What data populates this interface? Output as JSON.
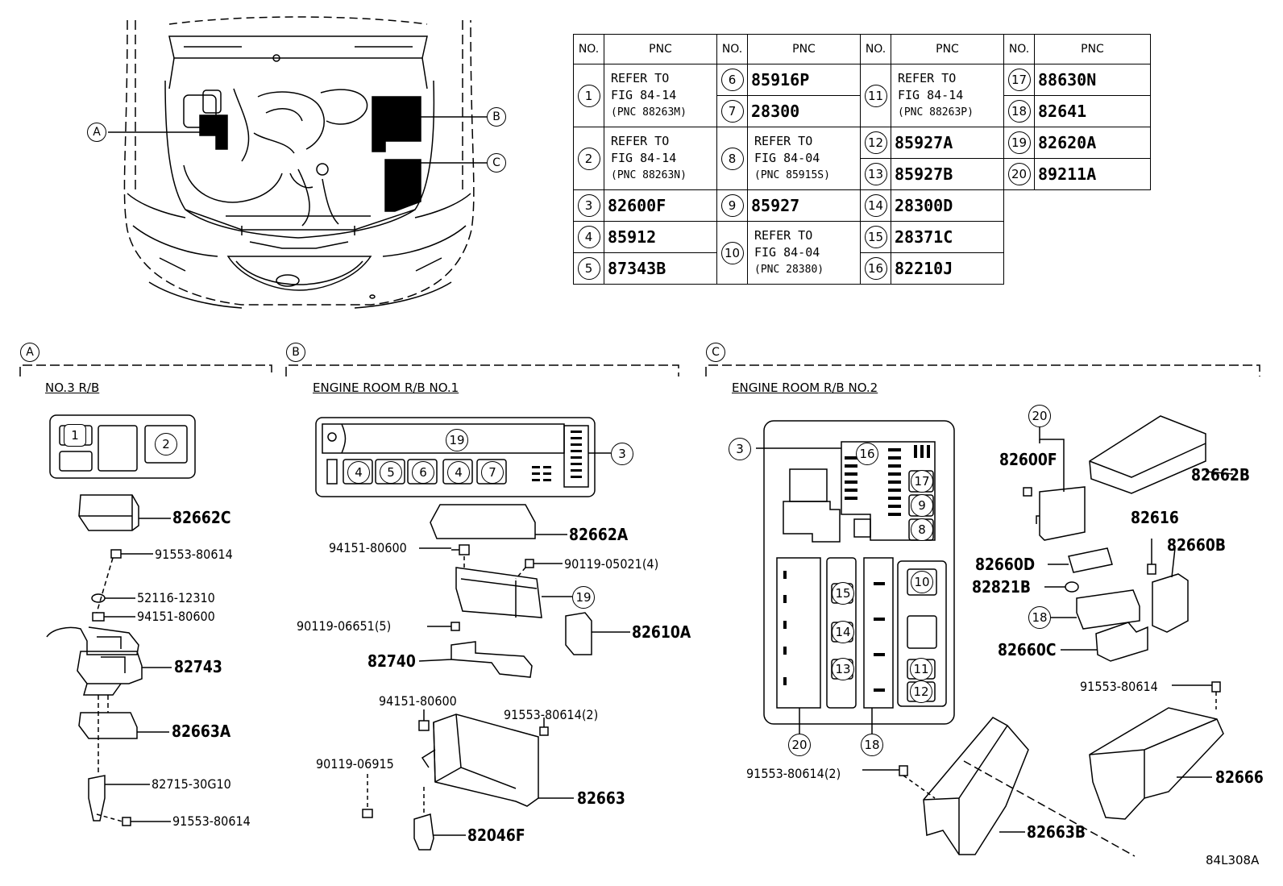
{
  "table": {
    "headers": {
      "no": "NO.",
      "pnc": "PNC"
    },
    "items": {
      "1": {
        "no": "1",
        "line1": "REFER TO",
        "line2": "FIG 84-14",
        "line3": "(PNC 88263M)"
      },
      "2": {
        "no": "2",
        "line1": "REFER TO",
        "line2": "FIG 84-14",
        "line3": "(PNC 88263N)"
      },
      "3": {
        "no": "3",
        "pnc": "82600F"
      },
      "4": {
        "no": "4",
        "pnc": "85912"
      },
      "5": {
        "no": "5",
        "pnc": "87343B"
      },
      "6": {
        "no": "6",
        "pnc": "85916P"
      },
      "7": {
        "no": "7",
        "pnc": "28300"
      },
      "8": {
        "no": "8",
        "line1": "REFER TO",
        "line2": "FIG 84-04",
        "line3": "(PNC 85915S)"
      },
      "9": {
        "no": "9",
        "pnc": "85927"
      },
      "10": {
        "no": "10",
        "line1": "REFER TO",
        "line2": "FIG 84-04",
        "line3": "(PNC 28380)"
      },
      "11": {
        "no": "11",
        "line1": "REFER TO",
        "line2": "FIG 84-14",
        "line3": "(PNC 88263P)"
      },
      "12": {
        "no": "12",
        "pnc": "85927A"
      },
      "13": {
        "no": "13",
        "pnc": "85927B"
      },
      "14": {
        "no": "14",
        "pnc": "28300D"
      },
      "15": {
        "no": "15",
        "pnc": "28371C"
      },
      "16": {
        "no": "16",
        "pnc": "82210J"
      },
      "17": {
        "no": "17",
        "pnc": "88630N"
      },
      "18": {
        "no": "18",
        "pnc": "82641"
      },
      "19": {
        "no": "19",
        "pnc": "82620A"
      },
      "20": {
        "no": "20",
        "pnc": "89211A"
      }
    }
  },
  "overview": {
    "callout_a": "A",
    "callout_b": "B",
    "callout_c": "C"
  },
  "section_a": {
    "letter": "A",
    "title": "NO.3 R/B",
    "box_nums": [
      "1",
      "2"
    ],
    "parts": {
      "p1": "82662C",
      "p2": "91553-80614",
      "p3": "52116-12310",
      "p4": "94151-80600",
      "p5": "82743",
      "p6": "82663A",
      "p7": "82715-30G10",
      "p8": "91553-80614"
    }
  },
  "section_b": {
    "letter": "B",
    "title": "ENGINE ROOM R/B NO.1",
    "box_nums": [
      "19",
      "4",
      "5",
      "6",
      "4",
      "7",
      "3",
      "19"
    ],
    "parts": {
      "p1": "82662A",
      "p2": "94151-80600",
      "p3": "90119-05021(4)",
      "p4": "90119-06651(5)",
      "p5": "82610A",
      "p6": "82740",
      "p7": "94151-80600",
      "p8": "91553-80614(2)",
      "p9": "90119-06915",
      "p10": "82663",
      "p11": "82046F"
    }
  },
  "section_c": {
    "letter": "C",
    "title": "ENGINE ROOM R/B NO.2",
    "box_nums": [
      "3",
      "16",
      "17",
      "9",
      "8",
      "10",
      "15",
      "14",
      "13",
      "11",
      "12",
      "20",
      "18",
      "20",
      "18"
    ],
    "parts": {
      "p1": "82600F",
      "p2": "82662B",
      "p3": "82616",
      "p4": "82660B",
      "p5": "82660D",
      "p6": "82821B",
      "p7": "82660C",
      "p8": "91553-80614",
      "p9": "82666",
      "p10": "91553-80614(2)",
      "p11": "82663B"
    }
  },
  "footer": {
    "code": "84L308A"
  }
}
